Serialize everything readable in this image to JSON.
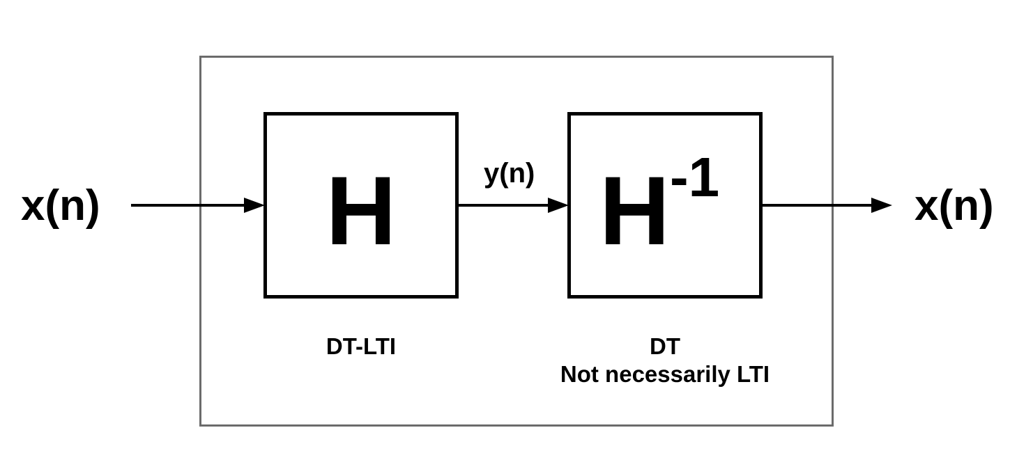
{
  "diagram": {
    "input_signal": "x(n)",
    "output_signal": "x(n)",
    "intermediate_signal": "y(n)",
    "block_h": {
      "symbol": "H",
      "caption": "DT-LTI"
    },
    "block_h_inverse": {
      "symbol": "H",
      "superscript": "-1",
      "caption_line1": "DT",
      "caption_line2": "Not necessarily LTI"
    }
  }
}
